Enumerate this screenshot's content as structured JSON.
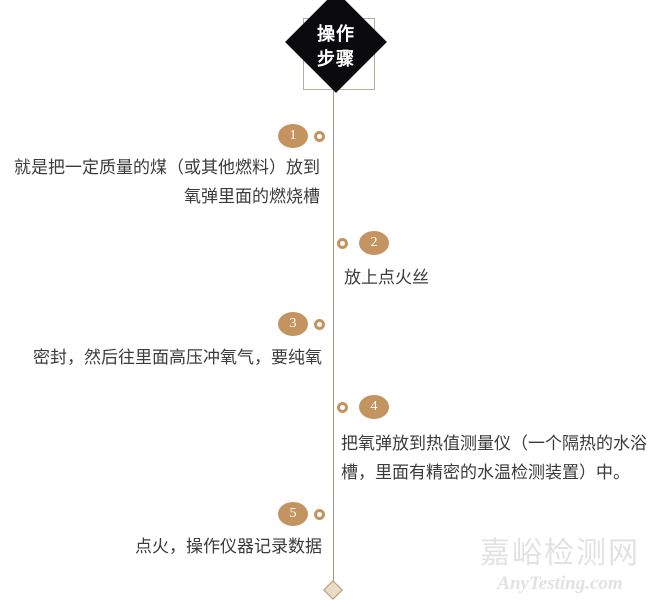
{
  "header": {
    "title": "操作\n步骤",
    "shape": "diamond",
    "fill_color": "#0b0b0d",
    "text_color": "#ffffff",
    "outline_color": "#b7ad9c"
  },
  "timeline": {
    "line_color": "#9d9c8f",
    "badge_color": "#c3945f",
    "badge_text_color": "#ffffff",
    "text_color": "#3b3b3b",
    "end_marker": "diamond",
    "steps": [
      {
        "number": "1",
        "side": "left",
        "text": "就是把一定质量的煤（或其他燃料）放到氧弹里面的燃烧槽"
      },
      {
        "number": "2",
        "side": "right",
        "text": "放上点火丝"
      },
      {
        "number": "3",
        "side": "left",
        "text": "密封，然后往里面高压冲氧气，要纯氧"
      },
      {
        "number": "4",
        "side": "right",
        "text": "把氧弹放到热值测量仪（一个隔热的水浴槽，里面有精密的水温检测装置）中。"
      },
      {
        "number": "5",
        "side": "left",
        "text": "点火，操作仪器记录数据"
      }
    ]
  },
  "watermark": {
    "chinese": "嘉峪检测网",
    "english": "AnyTesting.com",
    "color": "#e2e2e2"
  }
}
